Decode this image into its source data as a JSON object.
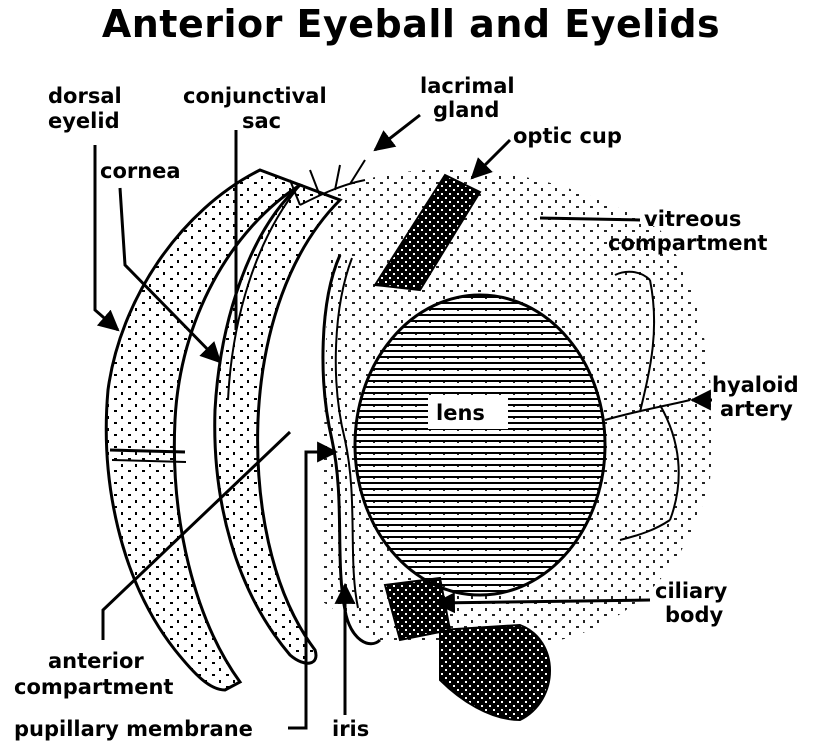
{
  "title": "Anterior Eyeball and Eyelids",
  "labels": {
    "dorsal_eyelid": [
      "dorsal",
      "eyelid"
    ],
    "conjunctival_sac": [
      "conjunctival",
      "sac"
    ],
    "lacrimal_gland": [
      "lacrimal",
      "gland"
    ],
    "optic_cup": [
      "optic cup"
    ],
    "cornea": [
      "cornea"
    ],
    "vitreous_compartment": [
      "vitreous",
      "compartment"
    ],
    "hyaloid_artery": [
      "hyaloid",
      "artery"
    ],
    "lens": [
      "lens"
    ],
    "ciliary_body": [
      "ciliary",
      "body"
    ],
    "anterior_compartment": [
      "anterior",
      "compartment"
    ],
    "pupillary_membrane": [
      "pupillary membrane"
    ],
    "iris": [
      "iris"
    ]
  },
  "colors": {
    "ink": "#000000",
    "background": "#ffffff"
  }
}
